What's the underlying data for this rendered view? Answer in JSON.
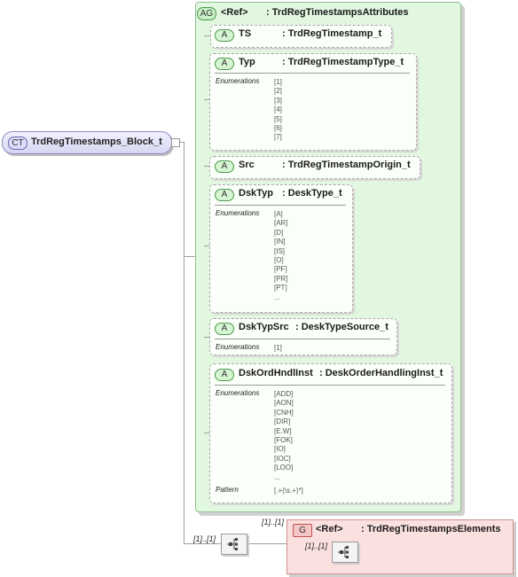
{
  "complex_type": {
    "badge": "CT",
    "name": "TrdRegTimestamps_Block_t"
  },
  "attribute_group": {
    "badge": "AG",
    "ref": "<Ref>",
    "type": ": TrdRegTimestampsAttributes"
  },
  "attributes": [
    {
      "badge": "A",
      "name": "TS",
      "type": ": TrdRegTimestamp_t"
    },
    {
      "badge": "A",
      "name": "Typ",
      "type": ": TrdRegTimestampType_t",
      "enum_label": "Enumerations",
      "enums": "[1]\n[2]\n[3]\n[4]\n[5]\n[6]\n[7]"
    },
    {
      "badge": "A",
      "name": "Src",
      "type": ": TrdRegTimestampOrigin_t"
    },
    {
      "badge": "A",
      "name": "DskTyp",
      "type": ": DeskType_t",
      "enum_label": "Enumerations",
      "enums": "[A]\n[AR]\n[D]\n[IN]\n[IS]\n[O]\n[PF]\n[PR]\n[PT]\n..."
    },
    {
      "badge": "A",
      "name": "DskTypSrc",
      "type": ": DeskTypeSource_t",
      "enum_label": "Enumerations",
      "enums": "[1]"
    },
    {
      "badge": "A",
      "name": "DskOrdHndlInst",
      "type": ": DeskOrderHandlingInst_t",
      "enum_label": "Enumerations",
      "enums": "[ADD]\n[AON]\n[CNH]\n[DIR]\n[E.W]\n[FOK]\n[IO]\n[IOC]\n[LOO]\n...",
      "pattern_label": "Pattern",
      "pattern": "[.+(\\s.+)*]"
    }
  ],
  "sequence": {
    "cardinality": "[1]..[1]",
    "icon": "sequence-compositor-icon"
  },
  "group": {
    "badge": "G",
    "ref": "<Ref>",
    "type": ": TrdRegTimestampsElements",
    "outer_cardinality": "[1]..[1]",
    "inner_cardinality": "[1]..[1]"
  },
  "colors": {
    "complex_type": "#d6d6f2",
    "attribute_group": "#e2f7e0",
    "group": "#fbe0e0"
  }
}
